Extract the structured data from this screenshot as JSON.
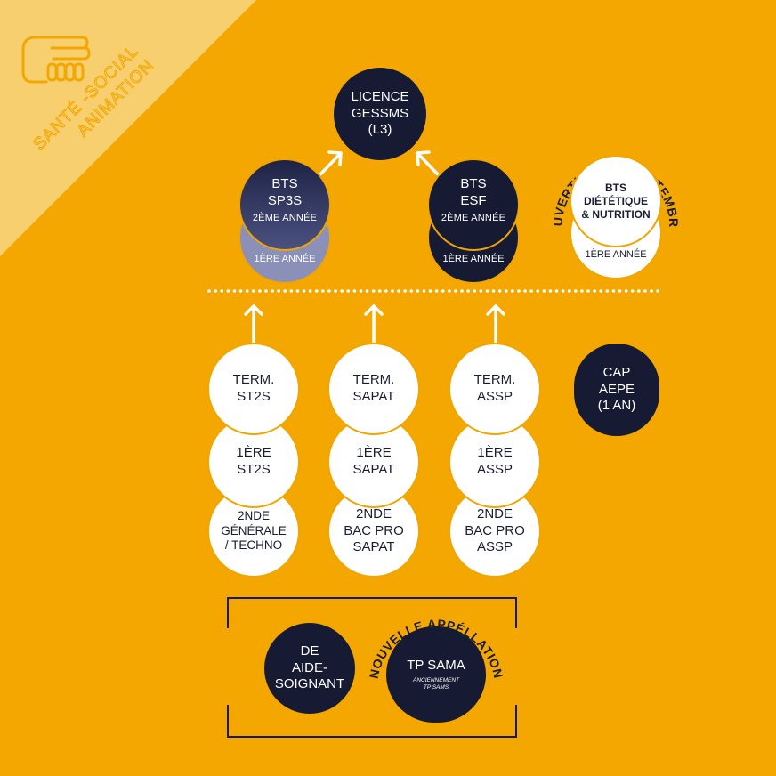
{
  "colors": {
    "background": "#f4a700",
    "corner": "#f8cf6f",
    "navy": "#171a33",
    "white": "#ffffff",
    "ring": "#f0a500",
    "gradient_top": "#1f2346",
    "gradient_bottom": "#8a90b8"
  },
  "corner_logo": {
    "icon": "handshake-icon",
    "line1": "SANTÉ -SOCIAL",
    "line2": "ANIMATION"
  },
  "licence": {
    "line1": "LICENCE",
    "line2": "GESSMS",
    "line3": "(L3)"
  },
  "bts_sp3s": {
    "line1": "BTS",
    "line2": "SP3S",
    "year2": "2ÈME ANNÉE",
    "year1": "1ÈRE ANNÉE"
  },
  "bts_esf": {
    "line1": "BTS",
    "line2": "ESF",
    "year2": "2ÈME ANNÉE",
    "year1": "1ÈRE ANNÉE"
  },
  "bts_diet": {
    "badge": "OUVERTURE EN SEPTEMBRE",
    "line1": "BTS",
    "line2": "DIÉTÉTIQUE",
    "line3": "& NUTRITION",
    "year1": "1ÈRE ANNÉE"
  },
  "col_st2s": {
    "term": {
      "line1": "TERM.",
      "line2": "ST2S"
    },
    "premiere": {
      "line1": "1ÈRE",
      "line2": "ST2S"
    },
    "seconde": {
      "line1": "2NDE",
      "line2": "GÉNÉRALE",
      "line3": "/ TECHNO"
    }
  },
  "col_sapat": {
    "term": {
      "line1": "TERM.",
      "line2": "SAPAT"
    },
    "premiere": {
      "line1": "1ÈRE",
      "line2": "SAPAT"
    },
    "seconde": {
      "line1": "2NDE",
      "line2": "BAC PRO",
      "line3": "SAPAT"
    }
  },
  "col_assp": {
    "term": {
      "line1": "TERM.",
      "line2": "ASSP"
    },
    "premiere": {
      "line1": "1ÈRE",
      "line2": "ASSP"
    },
    "seconde": {
      "line1": "2NDE",
      "line2": "BAC PRO",
      "line3": "ASSP"
    }
  },
  "cap": {
    "line1": "CAP",
    "line2": "AEPE",
    "line3": "(1 AN)"
  },
  "aide": {
    "line1": "DE",
    "line2": "AIDE-",
    "line3": "SOIGNANT"
  },
  "tp_sama": {
    "badge": "NOUVELLE APPÉLLATION",
    "title": "TP SAMA",
    "sub1": "ANCIENNEMENT",
    "sub2": "TP SAMS"
  }
}
